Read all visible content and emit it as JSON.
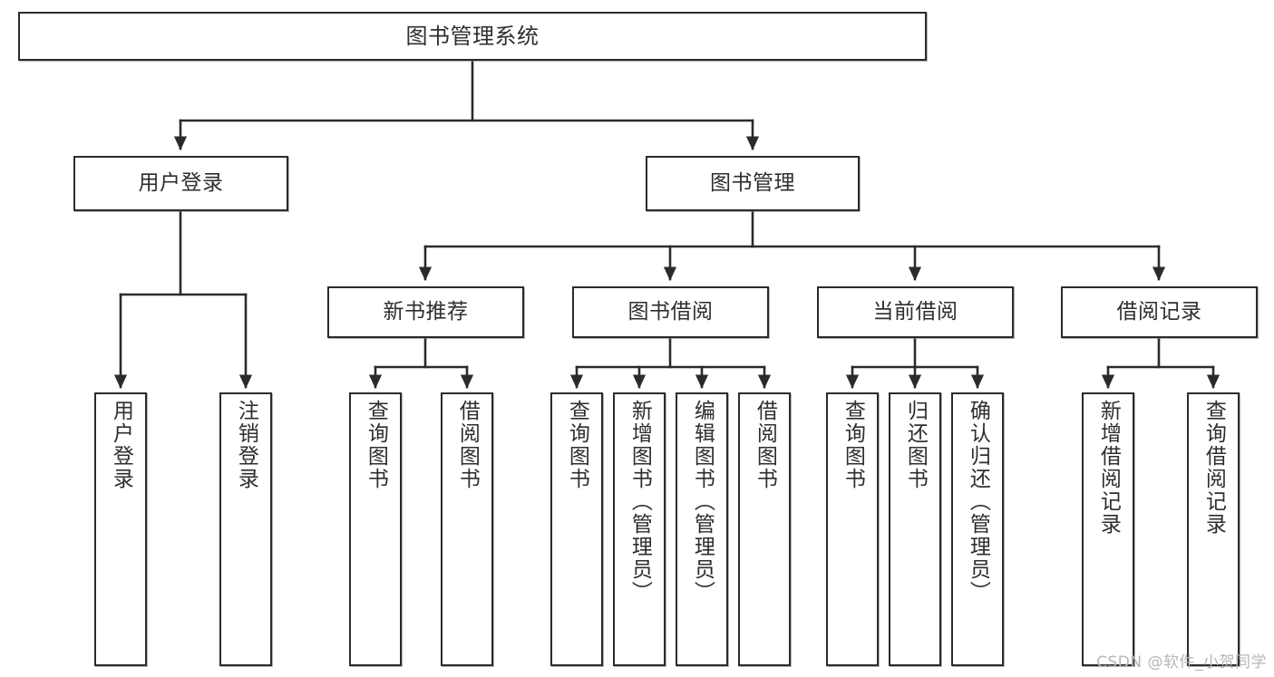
{
  "diagram": {
    "title": "图书管理系统",
    "type": "tree-hierarchy",
    "root": {
      "label": "图书管理系统"
    },
    "level2": [
      {
        "label": "用户登录"
      },
      {
        "label": "图书管理"
      }
    ],
    "level3": [
      {
        "label": "新书推荐"
      },
      {
        "label": "图书借阅"
      },
      {
        "label": "当前借阅"
      },
      {
        "label": "借阅记录"
      }
    ],
    "leaves": {
      "user_login": [
        {
          "label": "用户登录"
        },
        {
          "label": "注销登录"
        }
      ],
      "new_book_recommend": [
        {
          "label": "查询图书"
        },
        {
          "label": "借阅图书"
        }
      ],
      "book_borrow": [
        {
          "label": "查询图书"
        },
        {
          "label": "新增图书（管理员）"
        },
        {
          "label": "编辑图书（管理员）"
        },
        {
          "label": "借阅图书"
        }
      ],
      "current_borrow": [
        {
          "label": "查询图书"
        },
        {
          "label": "归还图书"
        },
        {
          "label": "确认归还（管理员）"
        }
      ],
      "borrow_record": [
        {
          "label": "新增借阅记录"
        },
        {
          "label": "查询借阅记录"
        }
      ]
    }
  },
  "watermark": {
    "text": "CSDN @软件_小贺同学"
  },
  "colors": {
    "box_border": "#2b2b2b",
    "box_fill": "#ffffff",
    "text": "#2e2e2e",
    "connector": "#2b2b2b",
    "watermark": "#b6b6b6",
    "background": "#ffffff"
  }
}
